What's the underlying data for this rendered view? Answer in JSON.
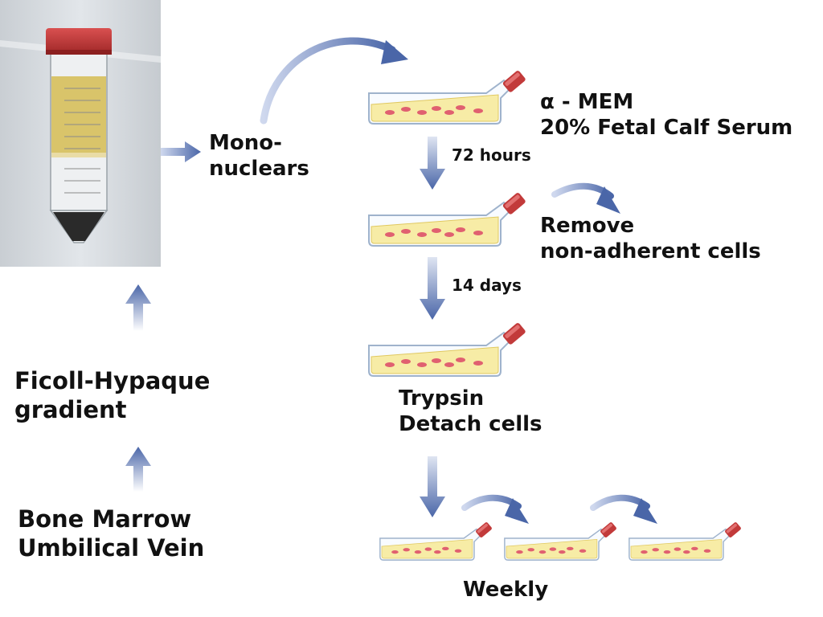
{
  "diagram": {
    "source": {
      "line1": "Bone Marrow",
      "line2": "Umbilical Vein"
    },
    "gradient": {
      "line1": "Ficoll-Hypaque",
      "line2": "gradient"
    },
    "mono": {
      "line1": "Mono-",
      "line2": "nuclears"
    },
    "medium": {
      "line1": "α - MEM",
      "line2": "20% Fetal Calf Serum"
    },
    "step1_time": "72 hours",
    "remove": {
      "line1": "Remove",
      "line2": "non-adherent cells"
    },
    "step2_time": "14 days",
    "trypsin": {
      "line1": "Trypsin",
      "line2": "Detach cells"
    },
    "weekly": "Weekly"
  },
  "colors": {
    "arrow": "#4a66a8",
    "medium_fill": "#f7eca6",
    "cells": "#e06070",
    "cap": "#c23a3a",
    "tube_serum": "#d9c46a",
    "pellet": "#2a2a2a"
  }
}
